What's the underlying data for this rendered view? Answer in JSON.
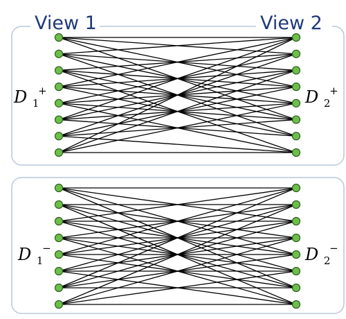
{
  "views": {
    "left_title": "View 1",
    "right_title": "View 2"
  },
  "groups": [
    {
      "id": "positive",
      "left_label": {
        "base": "D",
        "sub": "1",
        "sup": "+"
      },
      "right_label": {
        "base": "D",
        "sub": "2",
        "sup": "+"
      },
      "node_count": 8,
      "edges": [
        [
          0,
          0
        ],
        [
          0,
          1
        ],
        [
          0,
          3
        ],
        [
          0,
          5
        ],
        [
          1,
          0
        ],
        [
          1,
          2
        ],
        [
          1,
          4
        ],
        [
          1,
          6
        ],
        [
          2,
          1
        ],
        [
          2,
          3
        ],
        [
          2,
          5
        ],
        [
          2,
          7
        ],
        [
          3,
          0
        ],
        [
          3,
          2
        ],
        [
          3,
          4
        ],
        [
          3,
          6
        ],
        [
          4,
          1
        ],
        [
          4,
          3
        ],
        [
          4,
          5
        ],
        [
          4,
          7
        ],
        [
          5,
          0
        ],
        [
          5,
          2
        ],
        [
          5,
          4
        ],
        [
          5,
          6
        ],
        [
          6,
          1
        ],
        [
          6,
          3
        ],
        [
          6,
          5
        ],
        [
          6,
          7
        ],
        [
          7,
          0
        ],
        [
          7,
          2
        ],
        [
          7,
          4
        ],
        [
          7,
          7
        ]
      ]
    },
    {
      "id": "negative",
      "left_label": {
        "base": "D",
        "sub": "1",
        "sup": "−"
      },
      "right_label": {
        "base": "D",
        "sub": "2",
        "sup": "−"
      },
      "node_count": 8,
      "edges": [
        [
          0,
          0
        ],
        [
          0,
          2
        ],
        [
          0,
          4
        ],
        [
          0,
          6
        ],
        [
          1,
          1
        ],
        [
          1,
          3
        ],
        [
          1,
          5
        ],
        [
          1,
          7
        ],
        [
          2,
          0
        ],
        [
          2,
          2
        ],
        [
          2,
          4
        ],
        [
          2,
          6
        ],
        [
          3,
          1
        ],
        [
          3,
          3
        ],
        [
          3,
          5
        ],
        [
          3,
          7
        ],
        [
          4,
          0
        ],
        [
          4,
          2
        ],
        [
          4,
          4
        ],
        [
          4,
          6
        ],
        [
          5,
          1
        ],
        [
          5,
          3
        ],
        [
          5,
          5
        ],
        [
          5,
          7
        ],
        [
          6,
          0
        ],
        [
          6,
          2
        ],
        [
          6,
          4
        ],
        [
          6,
          6
        ],
        [
          7,
          1
        ],
        [
          7,
          3
        ],
        [
          7,
          5
        ],
        [
          7,
          7
        ]
      ]
    }
  ],
  "colors": {
    "node_fill": "#6cc04a",
    "node_stroke": "#2f5d1e",
    "edge": "#000000",
    "title": "#1f3a78",
    "panel_border": "#b9c6dc"
  }
}
